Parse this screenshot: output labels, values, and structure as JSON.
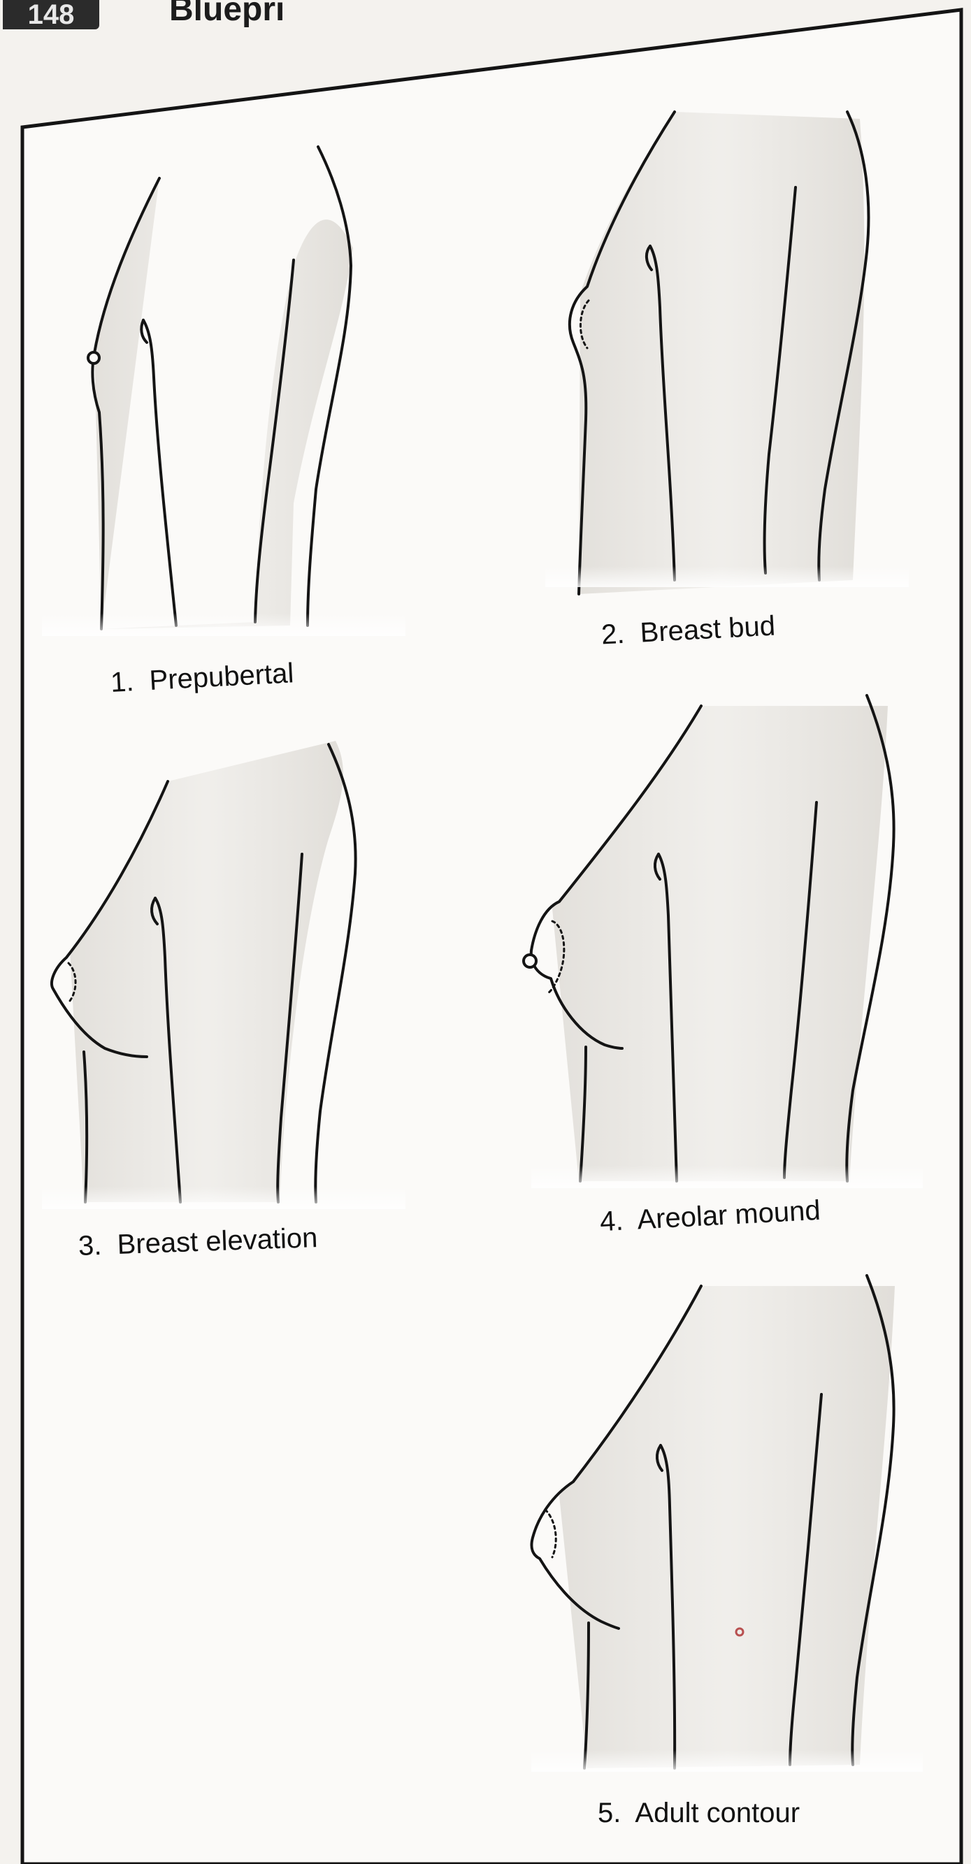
{
  "header": {
    "page_number": "148",
    "running_head": "Bluepri"
  },
  "figure": {
    "stages": [
      {
        "number": "1.",
        "label": "Prepubertal"
      },
      {
        "number": "2.",
        "label": "Breast bud"
      },
      {
        "number": "3.",
        "label": "Breast elevation"
      },
      {
        "number": "4.",
        "label": "Areolar mound"
      },
      {
        "number": "5.",
        "label": "Adult contour"
      }
    ]
  },
  "colors": {
    "ink": "#141414",
    "paper": "#f4f2ee",
    "frame_bg": "#fbfaf8",
    "skin_shade": "#d9d6d0"
  }
}
